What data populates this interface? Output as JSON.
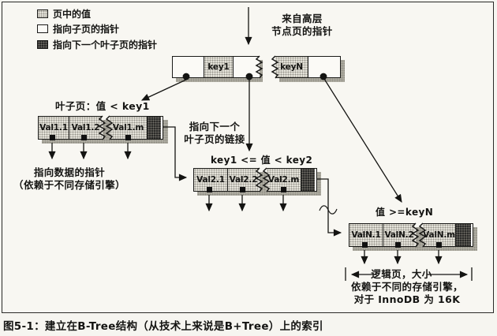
{
  "figure": {
    "caption": "图5-1：建立在B-Tree结构（从技术上来说是B+Tree）上的索引"
  },
  "legend": {
    "value_in_page": "页中的值",
    "child_page_pointer": "指向子页的指针",
    "next_leaf_pointer": "指向下一个叶子页的指针"
  },
  "annotations": {
    "from_upper_l1": "来自高层",
    "from_upper_l2": "节点页的指针",
    "leaf1_range": "叶子页：值 < key1",
    "data_pointer_l1": "指向数据的指针",
    "data_pointer_l2": "（依赖于不同存储引擎）",
    "next_leaf_link_l1": "指向下一个",
    "next_leaf_link_l2": "叶子页的链接",
    "leaf2_range": "key1 <= 值 < key2",
    "leafN_range": "值 >=keyN",
    "logical_page_l1": "逻辑页，大小",
    "logical_page_l2": "依赖于不同的存储引擎，",
    "logical_page_l3": "对于 InnoDB 为 16K"
  },
  "root_node": {
    "key_first": "key1",
    "key_last": "keyN"
  },
  "leaf_pages": {
    "leaf1": {
      "values": [
        "Val1.1",
        "Val1.2",
        "Val1.m"
      ]
    },
    "leaf2": {
      "values": [
        "Val2.1",
        "Val2.2",
        "Val2.m"
      ]
    },
    "leafN": {
      "values": [
        "ValN.1",
        "ValN.2",
        "ValN.m"
      ]
    }
  },
  "colors": {
    "ink": "#1a1a18",
    "paper": "#f7f6f1",
    "stipple_fill": "#e7e5dc",
    "shadow": "#b4b2a7",
    "dark_cell": "#2b2b29"
  }
}
